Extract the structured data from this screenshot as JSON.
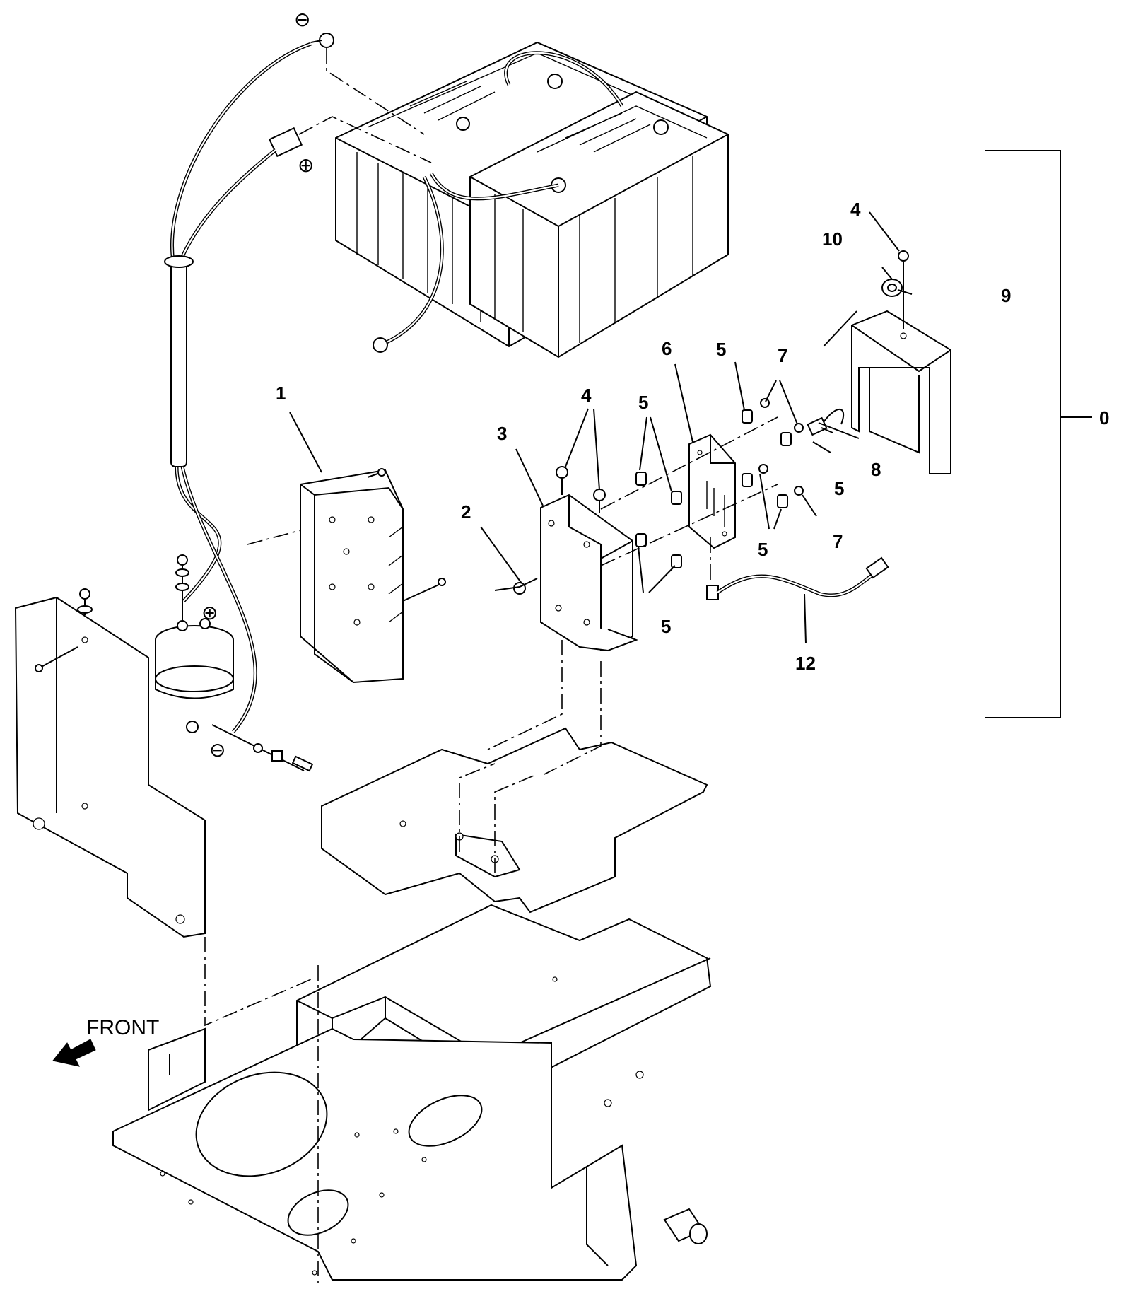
{
  "callouts": {
    "c0": "0",
    "c1": "1",
    "c2": "2",
    "c3": "3",
    "c4a": "4",
    "c4b": "4",
    "c5a": "5",
    "c5b": "5",
    "c5c": "5",
    "c5d": "5",
    "c5e": "5",
    "c6": "6",
    "c7a": "7",
    "c7b": "7",
    "c8": "8",
    "c9": "9",
    "c10": "10",
    "c12": "12"
  },
  "front_label": "FRONT",
  "symbols": {
    "minus": "⊖",
    "plus": "⊕"
  },
  "icons": {
    "front_arrow": "front-arrow-icon",
    "battery": "battery-icon"
  }
}
